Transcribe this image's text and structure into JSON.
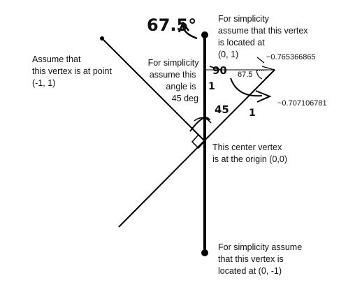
{
  "annotations": {
    "top_vertex": [
      "For simplicity",
      "assume that this vertex",
      "is located at",
      "(0, 1)"
    ],
    "left_vertex": [
      "Assume that",
      "this vertex is at point",
      "(-1, 1)"
    ],
    "angle_note": [
      "For simplicity",
      "assume this",
      "angle is",
      "45 deg"
    ],
    "center_vertex": [
      "This center vertex",
      "is at the origin (0,0)"
    ],
    "bottom_vertex": [
      "For simplicity assume",
      "that this vertex is",
      "located at (0, -1)"
    ],
    "length_top": "~0.765366865",
    "length_right": "~0.707106781"
  },
  "handwritten": {
    "big_angle": "67.5°",
    "ninety": "90",
    "small_angle": "67.5",
    "forty_five": "45",
    "one_side": "1",
    "one_bottom": "1"
  }
}
